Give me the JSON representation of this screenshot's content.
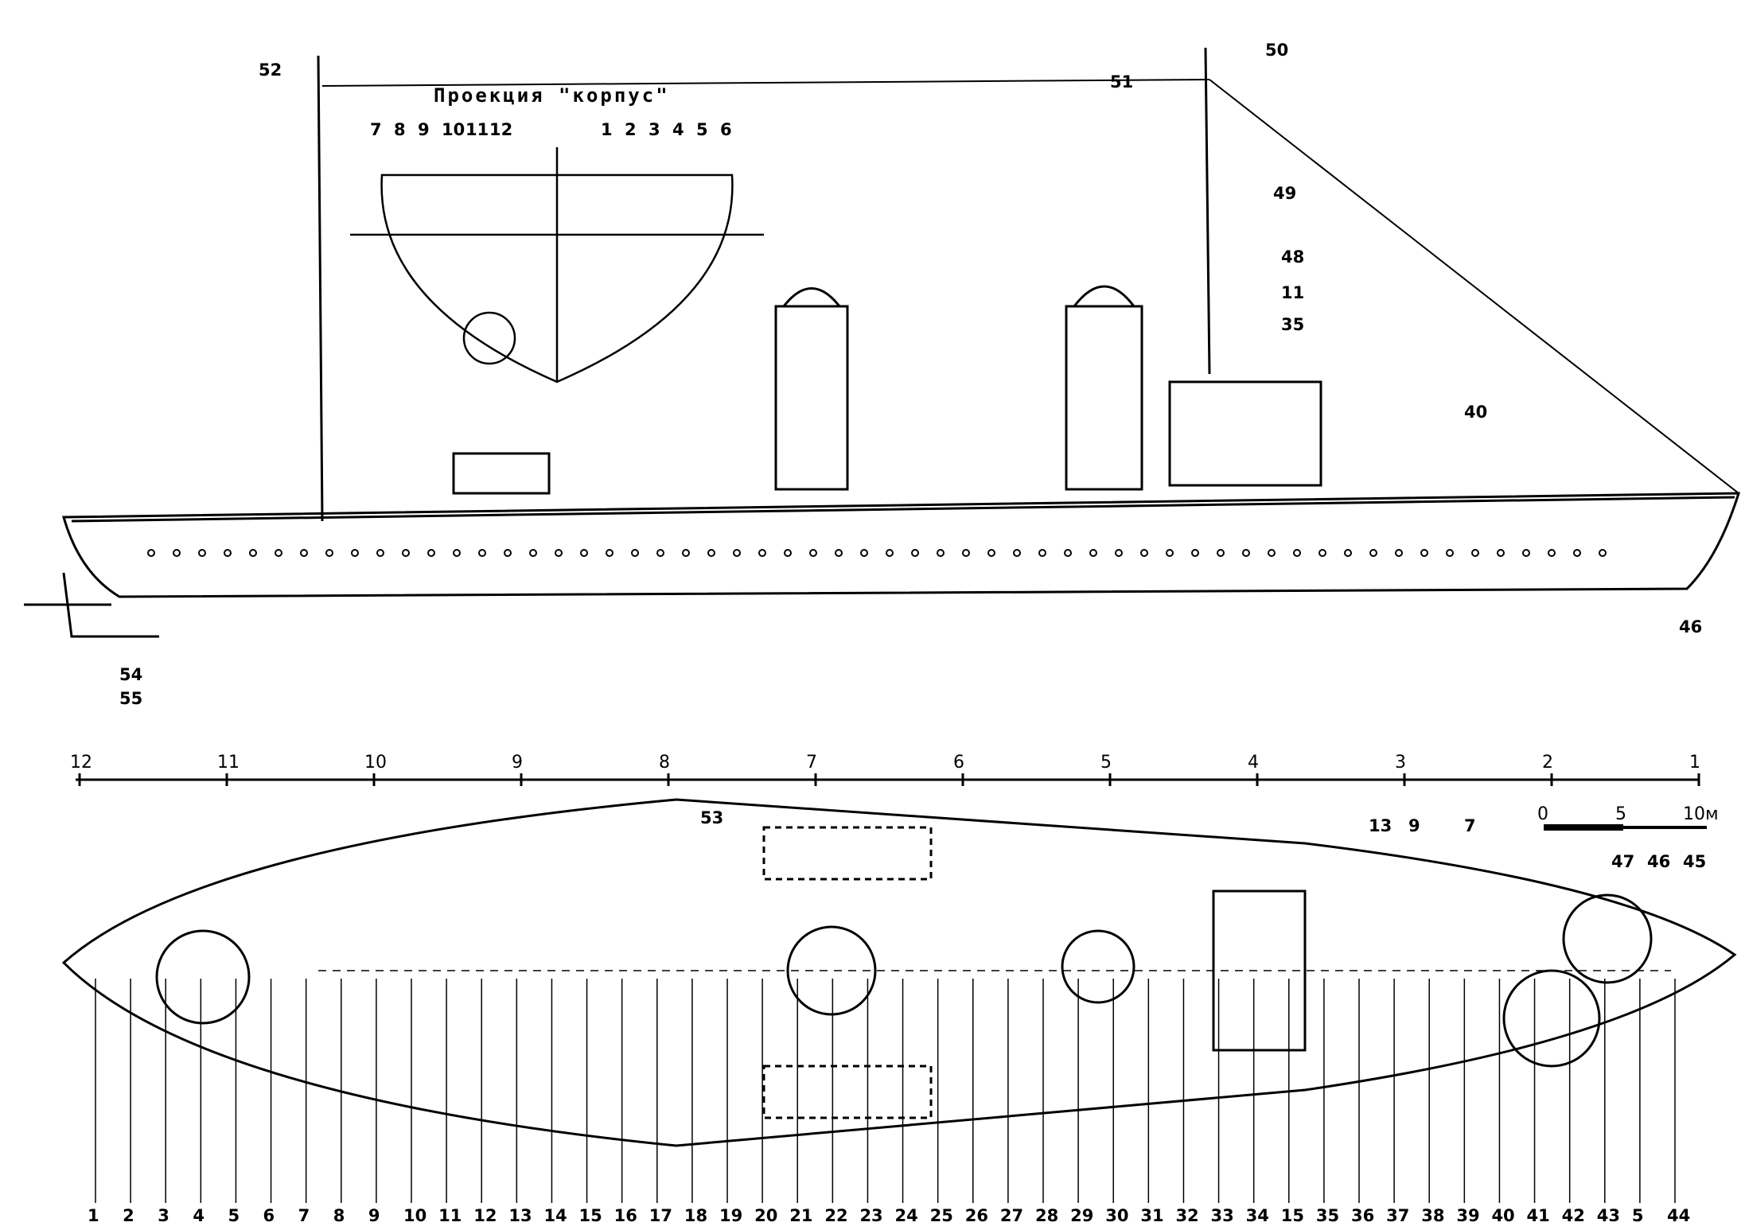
{
  "body_plan_title": "Проекция \"корпус\"",
  "body_plan_stations_left": [
    "7",
    "8",
    "9",
    "10",
    "11",
    "12"
  ],
  "body_plan_stations_right": [
    "1",
    "2",
    "3",
    "4",
    "5",
    "6"
  ],
  "scale_bar": {
    "start": "0",
    "mid": "5",
    "end": "10м"
  },
  "frame_ruler": [
    "12",
    "11",
    "10",
    "9",
    "8",
    "7",
    "6",
    "5",
    "4",
    "3",
    "2",
    "1"
  ],
  "profile_callouts": [
    "52",
    "51",
    "50",
    "49",
    "48",
    "11",
    "35",
    "40",
    "46",
    "54",
    "55"
  ],
  "plan_top_callouts": [
    "53",
    "13",
    "9",
    "7",
    "47",
    "46",
    "45"
  ],
  "plan_bottom_callouts": [
    "1",
    "2",
    "3",
    "4",
    "5",
    "6",
    "7",
    "8",
    "9",
    "10",
    "11",
    "12",
    "13",
    "14",
    "15",
    "16",
    "17",
    "18",
    "19",
    "20",
    "21",
    "22",
    "23",
    "24",
    "25",
    "26",
    "27",
    "28",
    "29",
    "30",
    "31",
    "32",
    "33",
    "34",
    "15",
    "35",
    "36",
    "37",
    "38",
    "39",
    "40",
    "41",
    "42",
    "43",
    "5",
    "44"
  ],
  "colors": {
    "ink": "#000000",
    "paper": "#ffffff"
  }
}
